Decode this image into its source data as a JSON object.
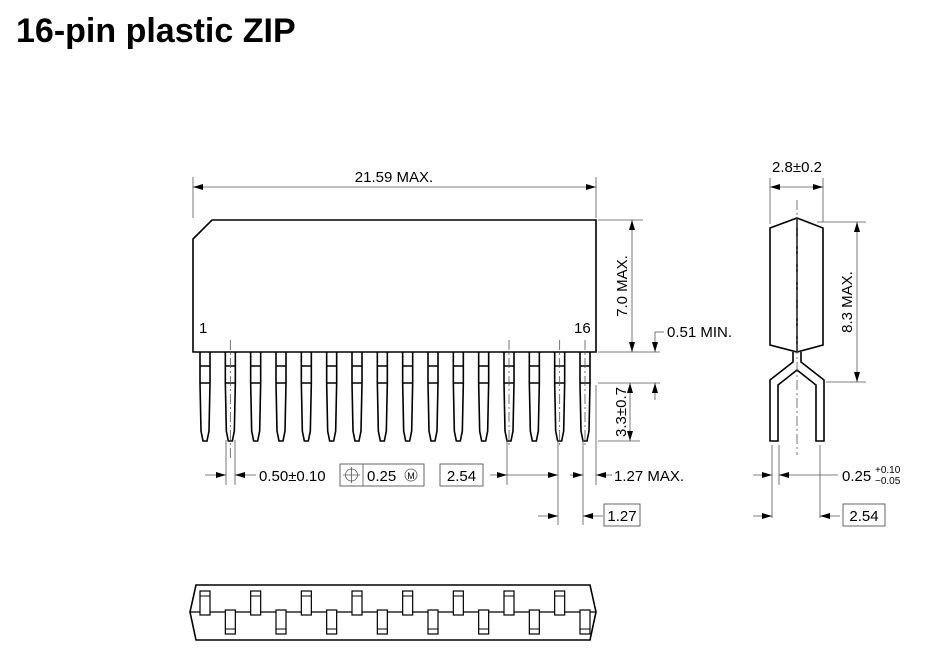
{
  "title": "16-pin plastic ZIP",
  "front_view": {
    "pin_first": "1",
    "pin_last": "16",
    "pin_count": 16,
    "dim_length": "21.59 MAX.",
    "dim_height": "7.0 MAX.",
    "dim_standoff": "0.51 MIN.",
    "dim_lead_length": "3.3±0.7",
    "dim_lead_width": "0.50±0.10",
    "position_tolerance": "0.25",
    "position_modifier": "M",
    "dim_pitch": "2.54",
    "dim_end_max": "1.27 MAX.",
    "dim_stagger": "1.27"
  },
  "side_view": {
    "dim_thickness": "2.8±0.2",
    "dim_height": "8.3 MAX.",
    "dim_lead_thickness": "0.25",
    "dim_lead_thickness_tol_plus": "+0.10",
    "dim_lead_thickness_tol_minus": "−0.05",
    "dim_row_spacing": "2.54"
  }
}
